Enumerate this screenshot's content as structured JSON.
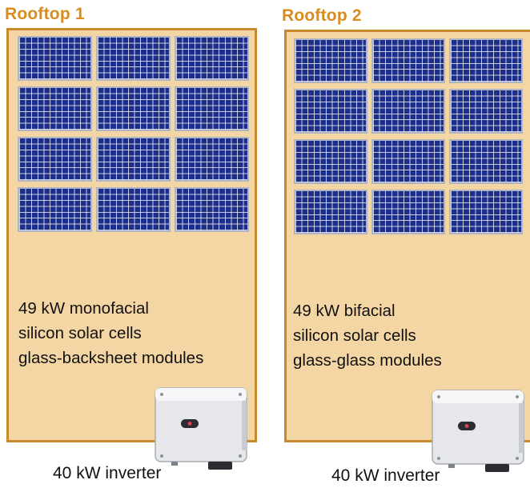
{
  "rooftops": [
    {
      "title": "Rooftop 1",
      "panel_rows": 4,
      "panel_cols": 3,
      "description": [
        "49 kW monofacial",
        "silicon solar cells",
        "glass-backsheet modules"
      ],
      "inverter_label": "40 kW inverter"
    },
    {
      "title": "Rooftop 2",
      "panel_rows": 4,
      "panel_cols": 3,
      "description": [
        "49 kW bifacial",
        "silicon solar cells",
        "glass-glass modules"
      ],
      "inverter_label": "40 kW inverter"
    }
  ],
  "colors": {
    "title": "#d98c1e",
    "roof_fill": "#f3d6a4",
    "roof_border": "#c8892e",
    "panel_cell": "#1d2f8a",
    "panel_frame": "#aeb4c3"
  },
  "icons": [
    "solar-panel-icon",
    "inverter-icon"
  ]
}
